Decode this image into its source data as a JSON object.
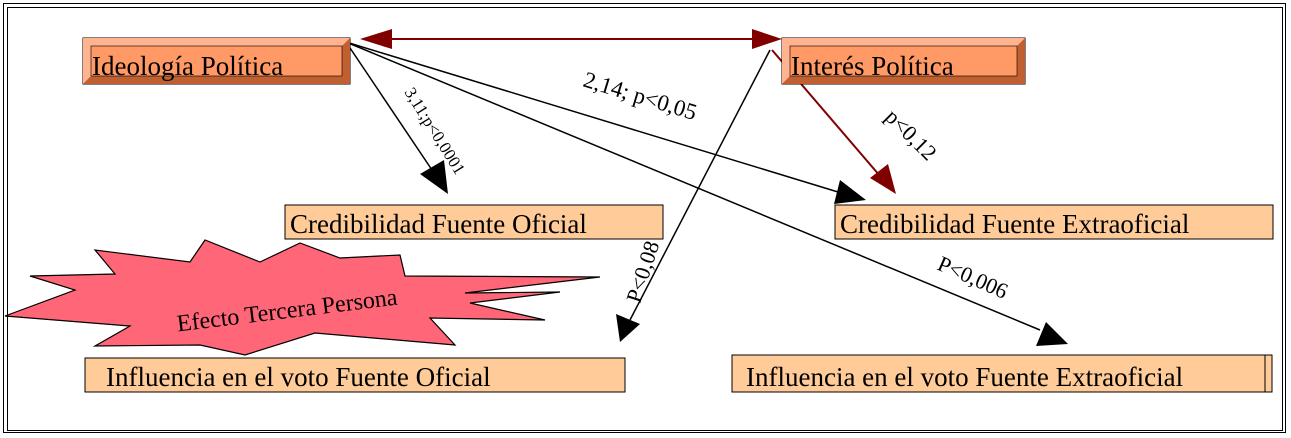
{
  "nodes": {
    "ideologia": "Ideología Política",
    "interes": "Interés Política",
    "cred_oficial": "Credibilidad Fuente Oficial",
    "cred_extra": "Credibilidad Fuente Extraoficial",
    "infl_oficial": "Influencia en el voto Fuente Oficial",
    "infl_extra": "Influencia en el voto Fuente Extraoficial"
  },
  "burst_label": "Efecto Tercera Persona",
  "edge_labels": {
    "ideo_to_cred_oficial": "3,11;p<0,0001",
    "ideo_to_cred_extra": "2,14; p<0,05",
    "interes_to_cred_extra": "p<0,12",
    "ideo_to_infl_extra": "P<0,006",
    "interes_to_infl_oficial": "P<0,08"
  },
  "colors": {
    "orange_box": "#ff9966",
    "peach_box": "#ffcc99",
    "burst_fill": "#ff6677",
    "dark_red_arrow": "#800000",
    "black_arrow": "#000000"
  }
}
